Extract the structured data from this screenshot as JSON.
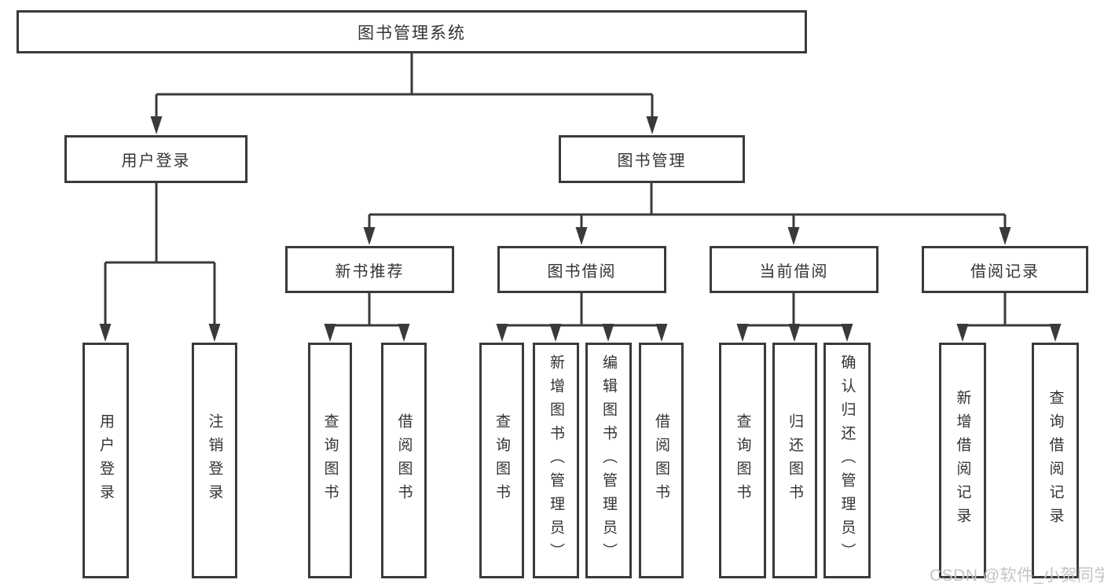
{
  "diagram": {
    "root": {
      "label": "图书管理系统"
    },
    "level2": [
      {
        "label": "用户登录"
      },
      {
        "label": "图书管理"
      }
    ],
    "level3": [
      {
        "label": "新书推荐",
        "parent": "图书管理"
      },
      {
        "label": "图书借阅",
        "parent": "图书管理"
      },
      {
        "label": "当前借阅",
        "parent": "图书管理"
      },
      {
        "label": "借阅记录",
        "parent": "图书管理"
      }
    ],
    "leaves": [
      {
        "label": "用户登录",
        "parent": "用户登录"
      },
      {
        "label": "注销登录",
        "parent": "用户登录"
      },
      {
        "label": "查询图书",
        "parent": "新书推荐"
      },
      {
        "label": "借阅图书",
        "parent": "新书推荐"
      },
      {
        "label": "查询图书",
        "parent": "图书借阅"
      },
      {
        "label": "新增图书（管理员）",
        "parent": "图书借阅"
      },
      {
        "label": "编辑图书（管理员）",
        "parent": "图书借阅"
      },
      {
        "label": "借阅图书",
        "parent": "图书借阅"
      },
      {
        "label": "查询图书",
        "parent": "当前借阅"
      },
      {
        "label": "归还图书",
        "parent": "当前借阅"
      },
      {
        "label": "确认归还（管理员）",
        "parent": "当前借阅"
      },
      {
        "label": "新增借阅记录",
        "parent": "借阅记录"
      },
      {
        "label": "查询借阅记录",
        "parent": "借阅记录"
      }
    ],
    "watermark": "CSDN @软件_小贺同学",
    "colors": {
      "line": "#3a3a3a",
      "text": "#333333",
      "watermark": "#c4c4c4",
      "background": "#ffffff"
    }
  }
}
